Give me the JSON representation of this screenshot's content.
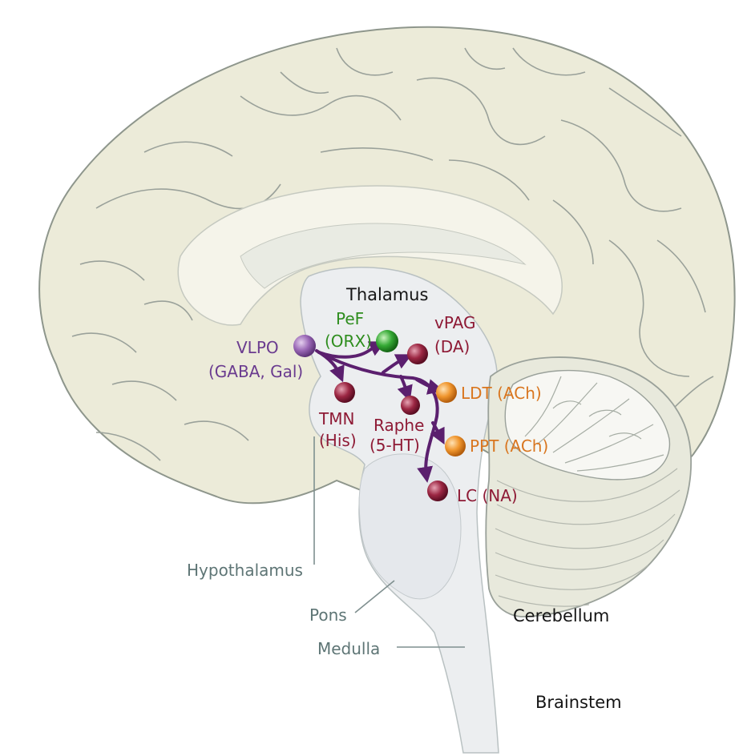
{
  "labels": {
    "thalamus": "Thalamus",
    "vlpo": "VLPO",
    "vlpo_nt": "(GABA, Gal)",
    "pef": "PeF",
    "pef_nt": "(ORX)",
    "vpag": "vPAG",
    "vpag_nt": "(DA)",
    "tmn": "TMN",
    "tmn_nt": "(His)",
    "raphe": "Raphe",
    "raphe_nt": "(5-HT)",
    "ldt": "LDT (ACh)",
    "ppt": "PPT (ACh)",
    "lc": "LC (NA)",
    "hypothalamus": "Hypothalamus",
    "pons": "Pons",
    "medulla": "Medulla",
    "cerebellum": "Cerebellum",
    "brainstem": "Brainstem"
  },
  "colors": {
    "vlpo": "#8a5aa8",
    "pef": "#2fa32f",
    "monoamine": "#8e1a35",
    "cholinergic": "#e88a2c",
    "pathway": "#5b1f6e",
    "cortex": "#ecebd9"
  }
}
